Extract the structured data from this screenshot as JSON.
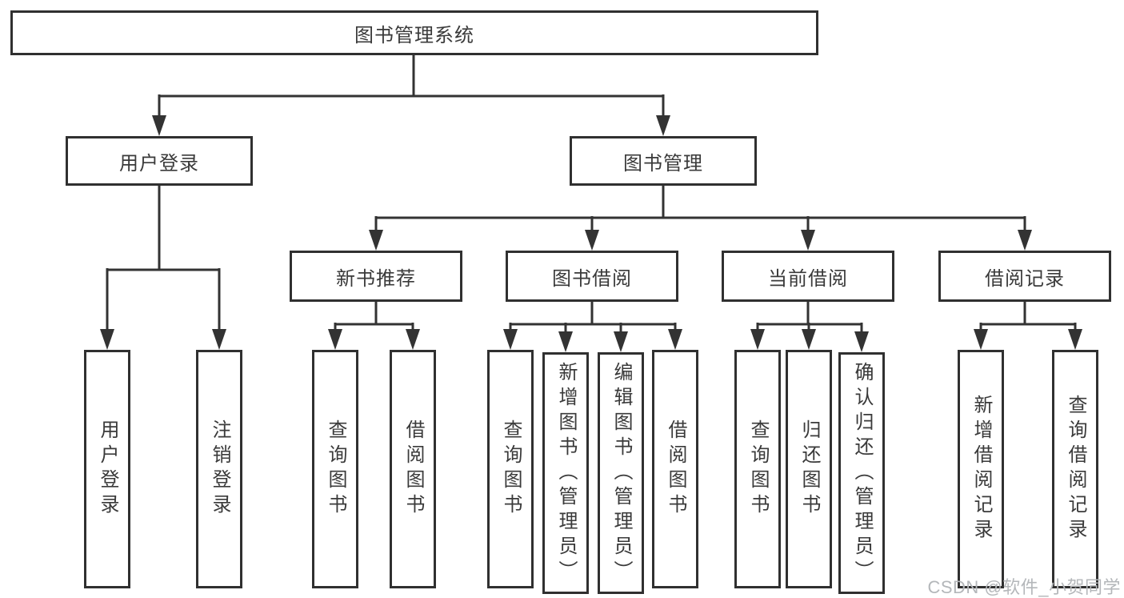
{
  "diagram": {
    "root": {
      "label": "图书管理系统"
    },
    "branches": [
      {
        "label": "用户登录",
        "children": [
          {
            "label": "用户登录"
          },
          {
            "label": "注销登录"
          }
        ]
      },
      {
        "label": "图书管理",
        "children": [
          {
            "label": "新书推荐",
            "children": [
              {
                "label": "查询图书"
              },
              {
                "label": "借阅图书"
              }
            ]
          },
          {
            "label": "图书借阅",
            "children": [
              {
                "label": "查询图书"
              },
              {
                "label": "新增图书（管理员）"
              },
              {
                "label": "编辑图书（管理员）"
              },
              {
                "label": "借阅图书"
              }
            ]
          },
          {
            "label": "当前借阅",
            "children": [
              {
                "label": "查询图书"
              },
              {
                "label": "归还图书"
              },
              {
                "label": "确认归还（管理员）"
              }
            ]
          },
          {
            "label": "借阅记录",
            "children": [
              {
                "label": "新增借阅记录"
              },
              {
                "label": "查询借阅记录"
              }
            ]
          }
        ]
      }
    ]
  },
  "watermark": {
    "text": "CSDN @软件_小贺同学"
  },
  "colors": {
    "line": "#333333",
    "text": "#3a3a3a",
    "background": "#ffffff",
    "watermark": "#b4b7ba"
  }
}
